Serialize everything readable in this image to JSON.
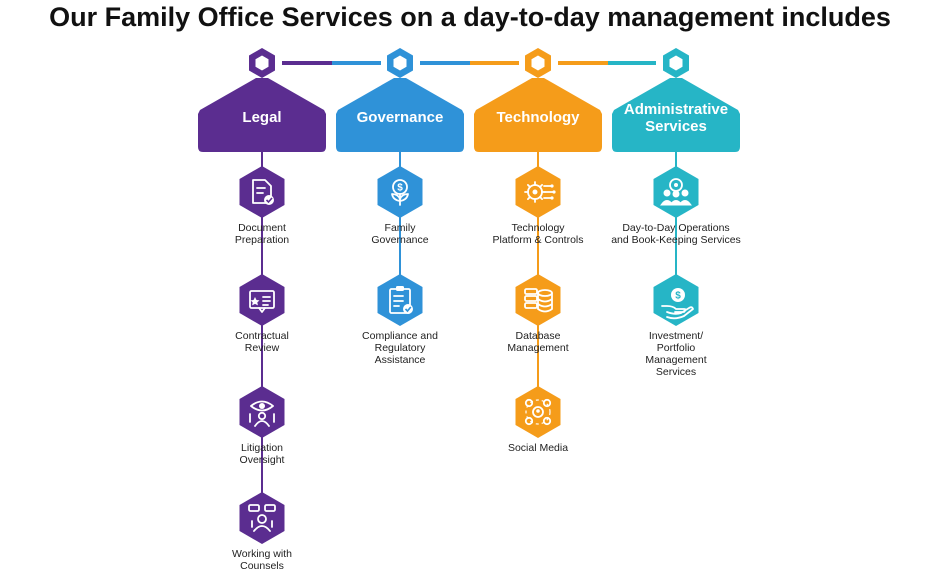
{
  "title": "Our Family Office Services on a day-to-day management includes",
  "colors": {
    "legal": "#5b2d90",
    "governance": "#2f92d8",
    "technology": "#f59c1a",
    "admin": "#26b5c6"
  },
  "columns": [
    {
      "id": "legal",
      "title_lines": [
        "Legal"
      ],
      "color": "#5b2d90",
      "items": [
        {
          "lines": [
            "Document",
            "Preparation"
          ],
          "icon": "document-check-icon"
        },
        {
          "lines": [
            "Contractual",
            "Review"
          ],
          "icon": "contract-review-icon"
        },
        {
          "lines": [
            "Litigation",
            "Oversight"
          ],
          "icon": "eye-person-icon"
        },
        {
          "lines": [
            "Working with",
            "Counsels"
          ],
          "icon": "people-chat-icon"
        }
      ]
    },
    {
      "id": "governance",
      "title_lines": [
        "Governance"
      ],
      "color": "#2f92d8",
      "items": [
        {
          "lines": [
            "Family",
            "Governance"
          ],
          "icon": "plant-dollar-icon"
        },
        {
          "lines": [
            "Compliance and",
            "Regulatory",
            "Assistance"
          ],
          "icon": "clipboard-check-icon"
        }
      ]
    },
    {
      "id": "technology",
      "title_lines": [
        "Technology"
      ],
      "color": "#f59c1a",
      "items": [
        {
          "lines": [
            "Technology",
            "Platform & Controls"
          ],
          "icon": "gear-circuit-icon"
        },
        {
          "lines": [
            "Database",
            "Management"
          ],
          "icon": "database-icon"
        },
        {
          "lines": [
            "Social Media"
          ],
          "icon": "social-network-icon"
        }
      ]
    },
    {
      "id": "admin",
      "title_lines": [
        "Administrative",
        "Services"
      ],
      "color": "#26b5c6",
      "items": [
        {
          "lines": [
            "Day-to-Day Operations",
            "and Book-Keeping Services"
          ],
          "icon": "team-gear-icon"
        },
        {
          "lines": [
            "Investment/",
            "Portfolio",
            "Management",
            "Services"
          ],
          "icon": "hand-dollar-icon"
        }
      ]
    }
  ]
}
